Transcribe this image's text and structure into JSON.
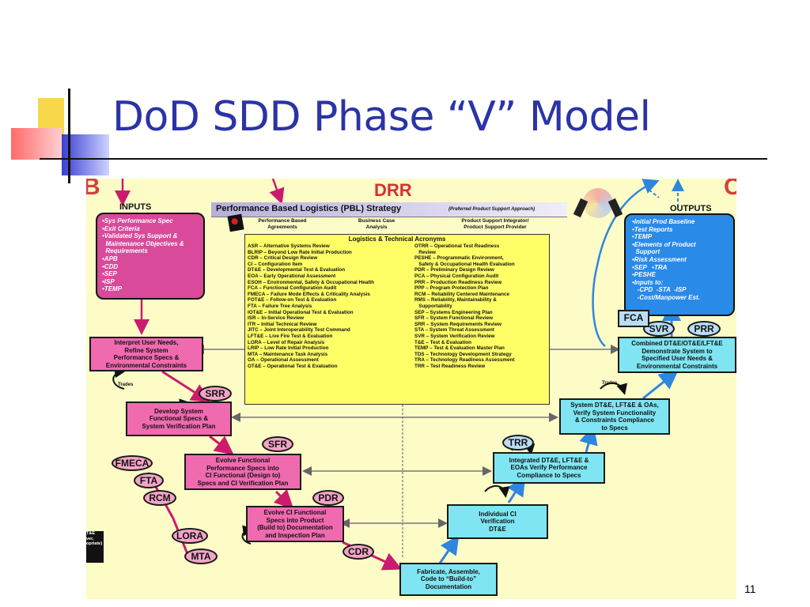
{
  "slide": {
    "title": "DoD SDD Phase “V” Model",
    "page_number": "11"
  },
  "diagram": {
    "drr_label": "DRR",
    "corner_left": "B",
    "corner_right": "C",
    "inputs": {
      "header": "INPUTS",
      "items": [
        "•Sys Performance Spec",
        "•Exit Criteria",
        "•Validated Sys Support &",
        "  Maintenance Objectives &",
        "  Requirements",
        "•APB",
        "•CDD",
        "•SEP",
        "•ISP",
        "•TEMP"
      ]
    },
    "outputs": {
      "header": "OUTPUTS",
      "items": [
        "•Initial Prod Baseline",
        "•Test Reports",
        "•TEMP",
        "•Elements of Product",
        "  Support",
        "•Risk Assessment",
        "•SEP   •TRA",
        "•PESHE",
        "•Inputs to:",
        "   -CPD  -STA  -ISP",
        "   -Cost/Manpower Est."
      ]
    },
    "pbl": {
      "title": "Performance Based Logistics (PBL) Strategy",
      "subtitle": "(Preferred Product Support Approach)",
      "col1": "Performance Based\nAgreements",
      "col2": "Business Case\nAnalysis",
      "col3": "Product Support Integrator/\nProduct Support Provider"
    },
    "acronyms": {
      "title": "Logistics & Technical Acronyms",
      "left": [
        "ASR – Alternative Systems Review",
        "BLRIP – Beyond Low Rate Initial Production",
        "CDR – Critical Design Review",
        "CI – Configuration Item",
        "DT&E – Developmental Test & Evaluation",
        "EOA – Early Operational Assessment",
        "ESOH – Environmental, Safety & Occupational Health",
        "FCA – Functional Configuration Audit",
        "FMECA – Failure Mode Effects & Criticality Analysis",
        "FOT&E – Follow-on Test & Evaluation",
        "FTA – Failure Tree Analysis",
        "IOT&E – Initial Operational Test & Evaluation",
        "ISR – In-Service Review",
        "ITR – Initial Technical Review",
        "JITC – Joint Interoperability Test Command",
        "LFT&E – Live Fire Test & Evaluation",
        "LORA – Level of Repair Analysis",
        "LRIP – Low Rate Initial Production",
        "MTA – Maintenance Task Analysis",
        "OA – Operational Assessment",
        "OT&E – Operational Test & Evaluation"
      ],
      "right": [
        "OTRR – Operational Test Readiness",
        "   Review",
        "PESHE – Programmatic Environment,",
        "   Safety & Occupational Health Evaluation",
        "PDR – Preliminary Design Review",
        "PCA – Physical Configuration Audit",
        "PRR – Production Readiness Review",
        "PPP – Program Protection Plan",
        "RCM – Reliability Centered Maintenance",
        "RMS – Reliability, Maintainability &",
        "   Supportability",
        "SEP – Systems Engineering Plan",
        "SFR – System Functional Review",
        "SRR – System Requirements Review",
        "STA – System Threat Assessment",
        "SVR – System Verification Review",
        "T&E – Test & Evaluation",
        "TEMP – Test & Evaluation Master Plan",
        "TDS – Technology Development Strategy",
        "TRA – Technology Readiness Assessment",
        "TRR – Test Readiness Review"
      ]
    },
    "boxes": {
      "interpret": "Interpret User Needs,\nRefine System\nPerformance Specs &\nEnvironmental Constraints",
      "develop": "Develop System\nFunctional Specs &\nSystem Verification Plan",
      "evolve_functional": "Evolve Functional\nPerformance Specs into\nCI Functional (Design to)\nSpecs and CI Verification Plan",
      "evolve_ci": "Evolve CI Functional\nSpecs into Product\n(Build to) Documentation\nand Inspection Plan",
      "fabricate": "Fabricate, Assemble,\nCode to “Build-to”\nDocumentation",
      "individual_ci": "Individual CI\nVerification\nDT&E",
      "integrated": "Integrated DT&E, LFT&E &\nEOAs Verify Performance\nCompliance to Specs",
      "system_dte": "System DT&E, LFT&E & OAs,\nVerify System Functionality\n& Constraints Compliance\nto Specs",
      "combined": "Combined DT&E/OT&E/LFT&E\nDemonstrate System to\nSpecified User Needs &\nEnvironmental Constraints"
    },
    "ovals": {
      "srr": "SRR",
      "sfr": "SFR",
      "pdr": "PDR",
      "cdr": "CDR",
      "fmeca": "FMECA",
      "fta": "FTA",
      "rcm": "RCM",
      "lora": "LORA",
      "mta": "MTA",
      "trr": "TRR",
      "svr": "SVR",
      "prr": "PRR"
    },
    "fca_label": "FCA",
    "trades_label": "Trades",
    "left_edge_text": "T&E\nver,\nopriate)"
  },
  "colors": {
    "title": "#2b33a6",
    "diagram_bg": "#fdfcc6",
    "pink_box": "#f06ab0",
    "cyan_box": "#7fe5f2",
    "left_arrows": "#cc1a6e",
    "right_arrows": "#2f86e0"
  }
}
